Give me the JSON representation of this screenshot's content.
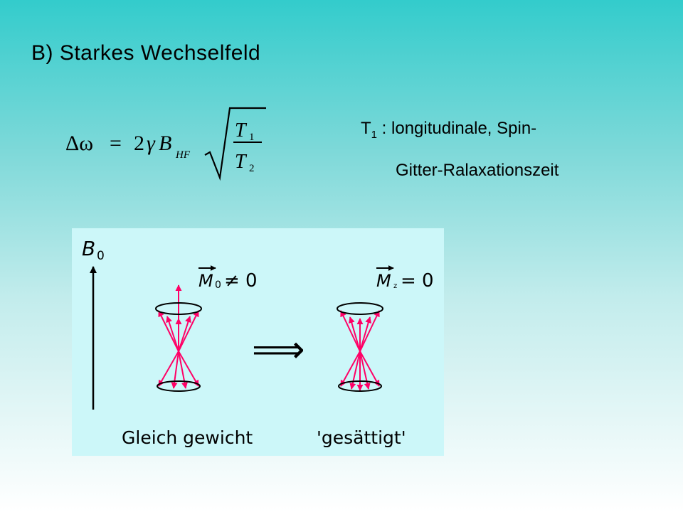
{
  "slide": {
    "title": "B) Starkes Wechselfeld",
    "formula": {
      "lhs": "Δω",
      "equals": "=",
      "coefficient": "2",
      "gamma": "γ",
      "field": "B",
      "field_subscript": "HF",
      "numerator": "T",
      "numerator_subscript": "1",
      "denominator": "T",
      "denominator_subscript": "2"
    },
    "definition": {
      "symbol": "T",
      "subscript": "1",
      "line1": " : longitudinale, Spin-",
      "line2": "Gitter-Ralaxationszeit"
    }
  },
  "diagram": {
    "axis_label": "B",
    "axis_subscript": "0",
    "left_label": "Gleich gewicht",
    "right_label": "'gesättigt'",
    "left_magnetization": "M",
    "left_magnetization_subscript": "0",
    "left_relation": "≠ 0",
    "right_magnetization": "M",
    "right_magnetization_subscript": "z",
    "right_relation": "= 0",
    "transition_arrow": "⟹",
    "colors": {
      "panel_background": "#ccf7f9",
      "arrows": "#ff0066",
      "ink": "#000000"
    }
  }
}
